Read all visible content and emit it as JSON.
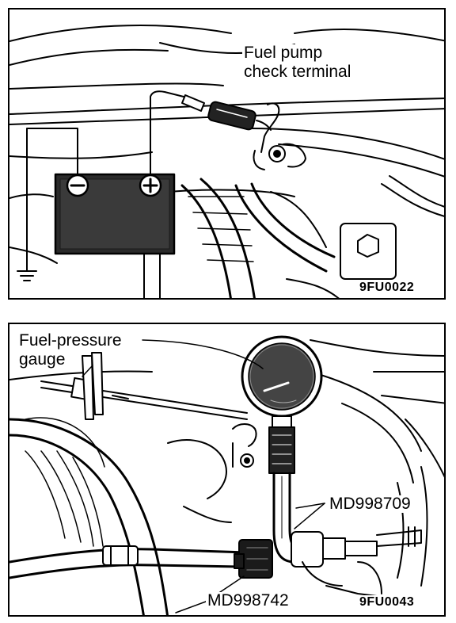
{
  "top_panel": {
    "label_line1": "Fuel pump",
    "label_line2": "check terminal",
    "figure_code": "9FU0022",
    "battery_minus": "−",
    "battery_plus": "+"
  },
  "bottom_panel": {
    "gauge_label_line1": "Fuel-pressure",
    "gauge_label_line2": "gauge",
    "part_upper": "MD998709",
    "part_lower": "MD998742",
    "figure_code": "9FU0043"
  }
}
